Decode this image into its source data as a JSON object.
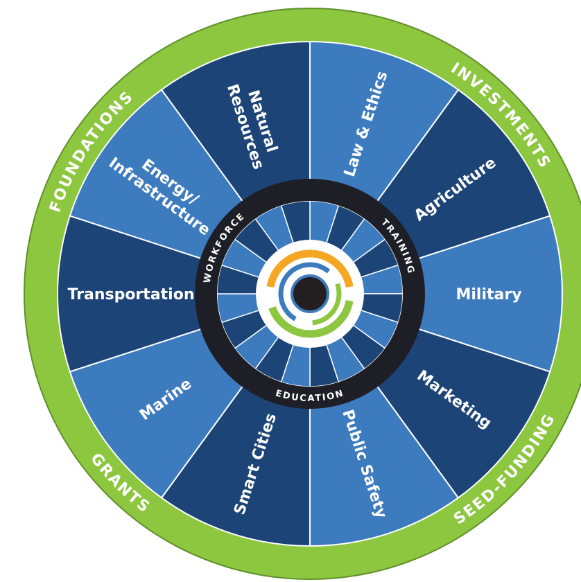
{
  "outer_ring": {
    "color": "#8dc63f",
    "labels": [
      {
        "text": "FOUNDATIONS",
        "angle": -57
      },
      {
        "text": "INVESTMENTS",
        "angle": 47
      },
      {
        "text": "SEED-FUNDING",
        "angle": 132
      },
      {
        "text": "GRANTS",
        "angle": -135
      }
    ]
  },
  "segments": [
    {
      "label": [
        "Law & Ethics"
      ],
      "color": "#3d7bbf"
    },
    {
      "label": [
        "Agriculture"
      ],
      "color": "#1c4476"
    },
    {
      "label": [
        "Military"
      ],
      "color": "#3d7bbf"
    },
    {
      "label": [
        "Marketing"
      ],
      "color": "#1c4476"
    },
    {
      "label": [
        "Public Safety"
      ],
      "color": "#3d7bbf"
    },
    {
      "label": [
        "Smart Cities"
      ],
      "color": "#1c4476"
    },
    {
      "label": [
        "Marine"
      ],
      "color": "#3d7bbf"
    },
    {
      "label": [
        "Transportation"
      ],
      "color": "#1c4476"
    },
    {
      "label": [
        "Energy/",
        "Infrastructure"
      ],
      "color": "#3d7bbf"
    },
    {
      "label": [
        "Natural",
        "Resources"
      ],
      "color": "#1c4476"
    }
  ],
  "inner_ring": {
    "color": "#1e1e26",
    "labels": [
      {
        "text": "WORKFORCE",
        "angle": -62
      },
      {
        "text": "TRAINING",
        "angle": 62
      },
      {
        "text": "EDUCATION",
        "angle": 180
      }
    ]
  },
  "center_logo": {
    "colors": {
      "orange": "#f5a623",
      "green": "#8dc63f",
      "blue": "#3d7bbf",
      "core": "#231f20"
    }
  }
}
